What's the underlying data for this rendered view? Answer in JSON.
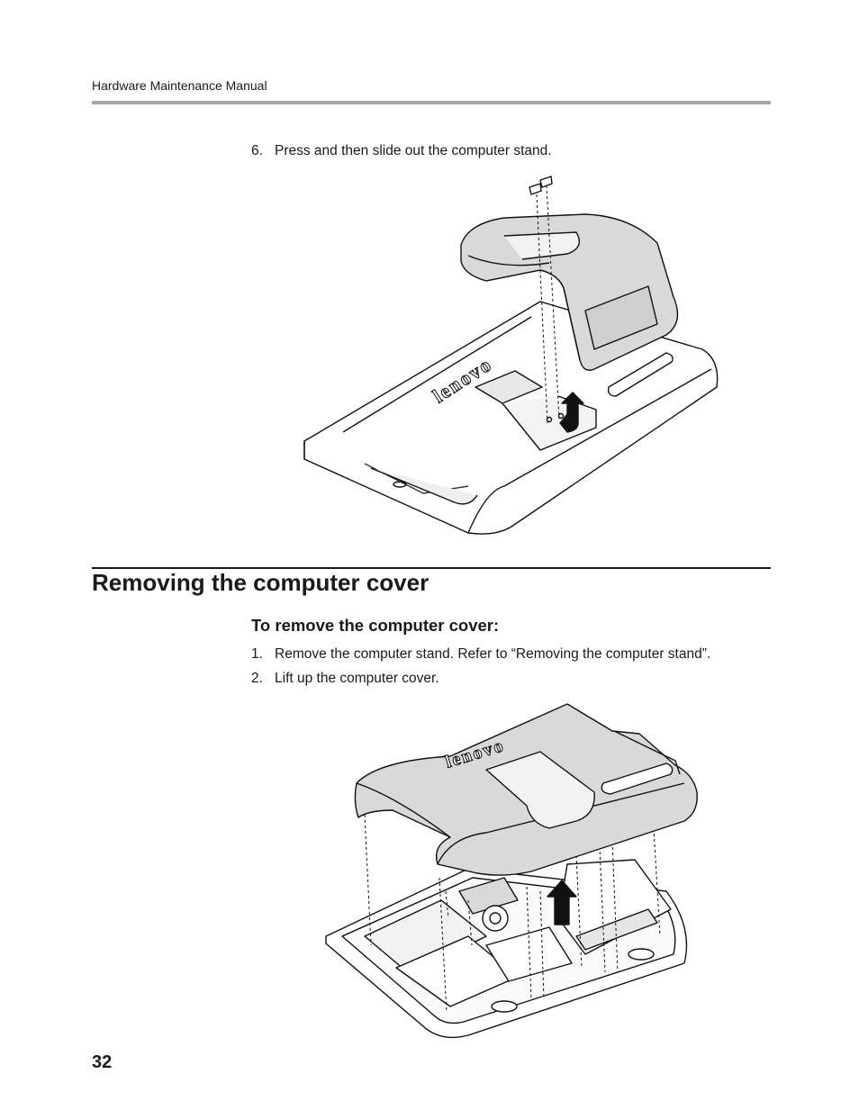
{
  "header": {
    "running_title": "Hardware Maintenance Manual"
  },
  "step6": {
    "number": "6.",
    "text": "Press and then slide out the computer stand."
  },
  "figure1": {
    "logo_text": "lenovo"
  },
  "section": {
    "title": "Removing the computer cover",
    "procedure_title": "To remove the computer cover:",
    "steps": [
      {
        "number": "1.",
        "text": "Remove the computer stand. Refer to “Removing the computer stand”."
      },
      {
        "number": "2.",
        "text": "Lift up the computer cover."
      }
    ]
  },
  "figure2": {
    "logo_text": "lenovo"
  },
  "footer": {
    "page_number": "32"
  }
}
